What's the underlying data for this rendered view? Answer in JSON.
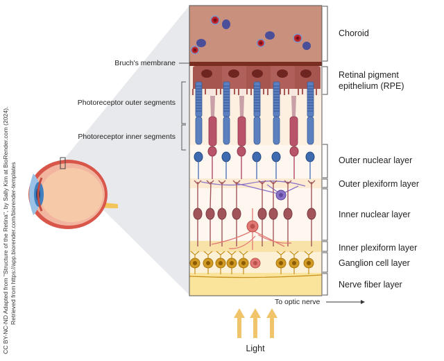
{
  "labels": {
    "bruchs_membrane": "Bruch's membrane",
    "photoreceptor_outer": "Photoreceptor outer segments",
    "photoreceptor_inner": "Photoreceptor inner segments",
    "choroid": "Choroid",
    "rpe_line1": "Retinal pigment",
    "rpe_line2": "epithelium (RPE)",
    "outer_nuclear": "Outer nuclear layer",
    "outer_plexiform": "Outer plexiform layer",
    "inner_nuclear": "Inner nuclear layer",
    "inner_plexiform": "Inner plexiform layer",
    "ganglion": "Ganglion cell layer",
    "nerve_fiber": "Nerve fiber layer",
    "to_optic_nerve": "To optic nerve",
    "light": "Light"
  },
  "credit": {
    "line1": "CC BY-NC-ND Adapted from \"Structure of the Retina\", by Sally Kim at BioRender.com (2024).",
    "line2": "Retrieved from https://app.biorender.com/biorender-templates"
  },
  "colors": {
    "choroid": "#c9907e",
    "rpe": "#a7554f",
    "rod": "#5b7fbf",
    "cone": "#b8536a",
    "ganglion": "#d09a24",
    "amacrine": "#e27873",
    "horizontal": "#8a72c9",
    "bipolar": "#a1555a",
    "light_arrow": "#f0c46a"
  }
}
